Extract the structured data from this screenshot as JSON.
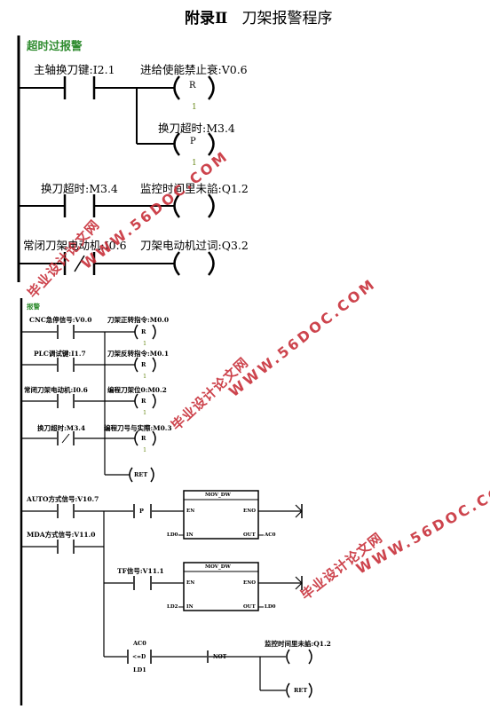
{
  "title": {
    "prefix": "附录Ⅱ",
    "text": "刀架报警程序"
  },
  "section1": {
    "label": "超时过报警",
    "rungs": [
      {
        "contact": "主轴换刀键:I2.1",
        "coil": "进给使能禁止衰:V0.6",
        "op": "R",
        "count": "1"
      },
      {
        "coil": "换刀超时:M3.4",
        "op": "P",
        "count": "1"
      },
      {
        "contact": "换刀超时:M3.4",
        "coil": "监控时间里未諂:Q1.2"
      },
      {
        "contact": "常闭刀架电动机:I0.6",
        "coil": "刀架电动机过词:Q3.2",
        "contact_type": "/"
      }
    ]
  },
  "section2": {
    "label": "报警",
    "rungs": [
      {
        "contact": "CNC急停信号:V0.0",
        "coil": "刀架正转指令:M0.0",
        "op": "R",
        "count": "1"
      },
      {
        "contact": "PLC调试键:I1.7",
        "coil": "刀架反转指令:M0.1",
        "op": "R",
        "count": "1"
      },
      {
        "contact": "常闭刀架电动机:I0.6",
        "coil": "编程刀架位0:M0.2",
        "op": "R",
        "count": "1"
      },
      {
        "contact": "换刀超时:M3.4",
        "coil": "编程刀号与实際:M0.3",
        "op": "R",
        "count": "1",
        "contact_type": "/"
      },
      {
        "coil": "RET"
      }
    ],
    "mov1": {
      "contact": "AUTO方式信号:V10.7",
      "contact2": "MDA方式信号:V11.0",
      "edge": "P",
      "name": "MOV_DW",
      "en": "EN",
      "eno": "ENO",
      "in": "IN",
      "out": "OUT",
      "in_val": "LD0",
      "out_val": "AC0"
    },
    "mov2": {
      "contact": "TF信号:V11.1",
      "name": "MOV_DW",
      "en": "EN",
      "eno": "ENO",
      "in": "IN",
      "out": "OUT",
      "in_val": "LD2",
      "out_val": "LD0"
    },
    "cmp": {
      "top": "AC0",
      "op": "<=D",
      "bottom": "LD1",
      "not": "NOT",
      "coil": "监控时间里未諂:Q1.2",
      "ret": "RET"
    }
  },
  "watermark": {
    "url": "WWW.56DOC.COM",
    "cn": "毕业设计论文网"
  },
  "colors": {
    "green": "#2e8b2e",
    "olive": "#6d8c1e",
    "watermark": "#c8303a"
  }
}
